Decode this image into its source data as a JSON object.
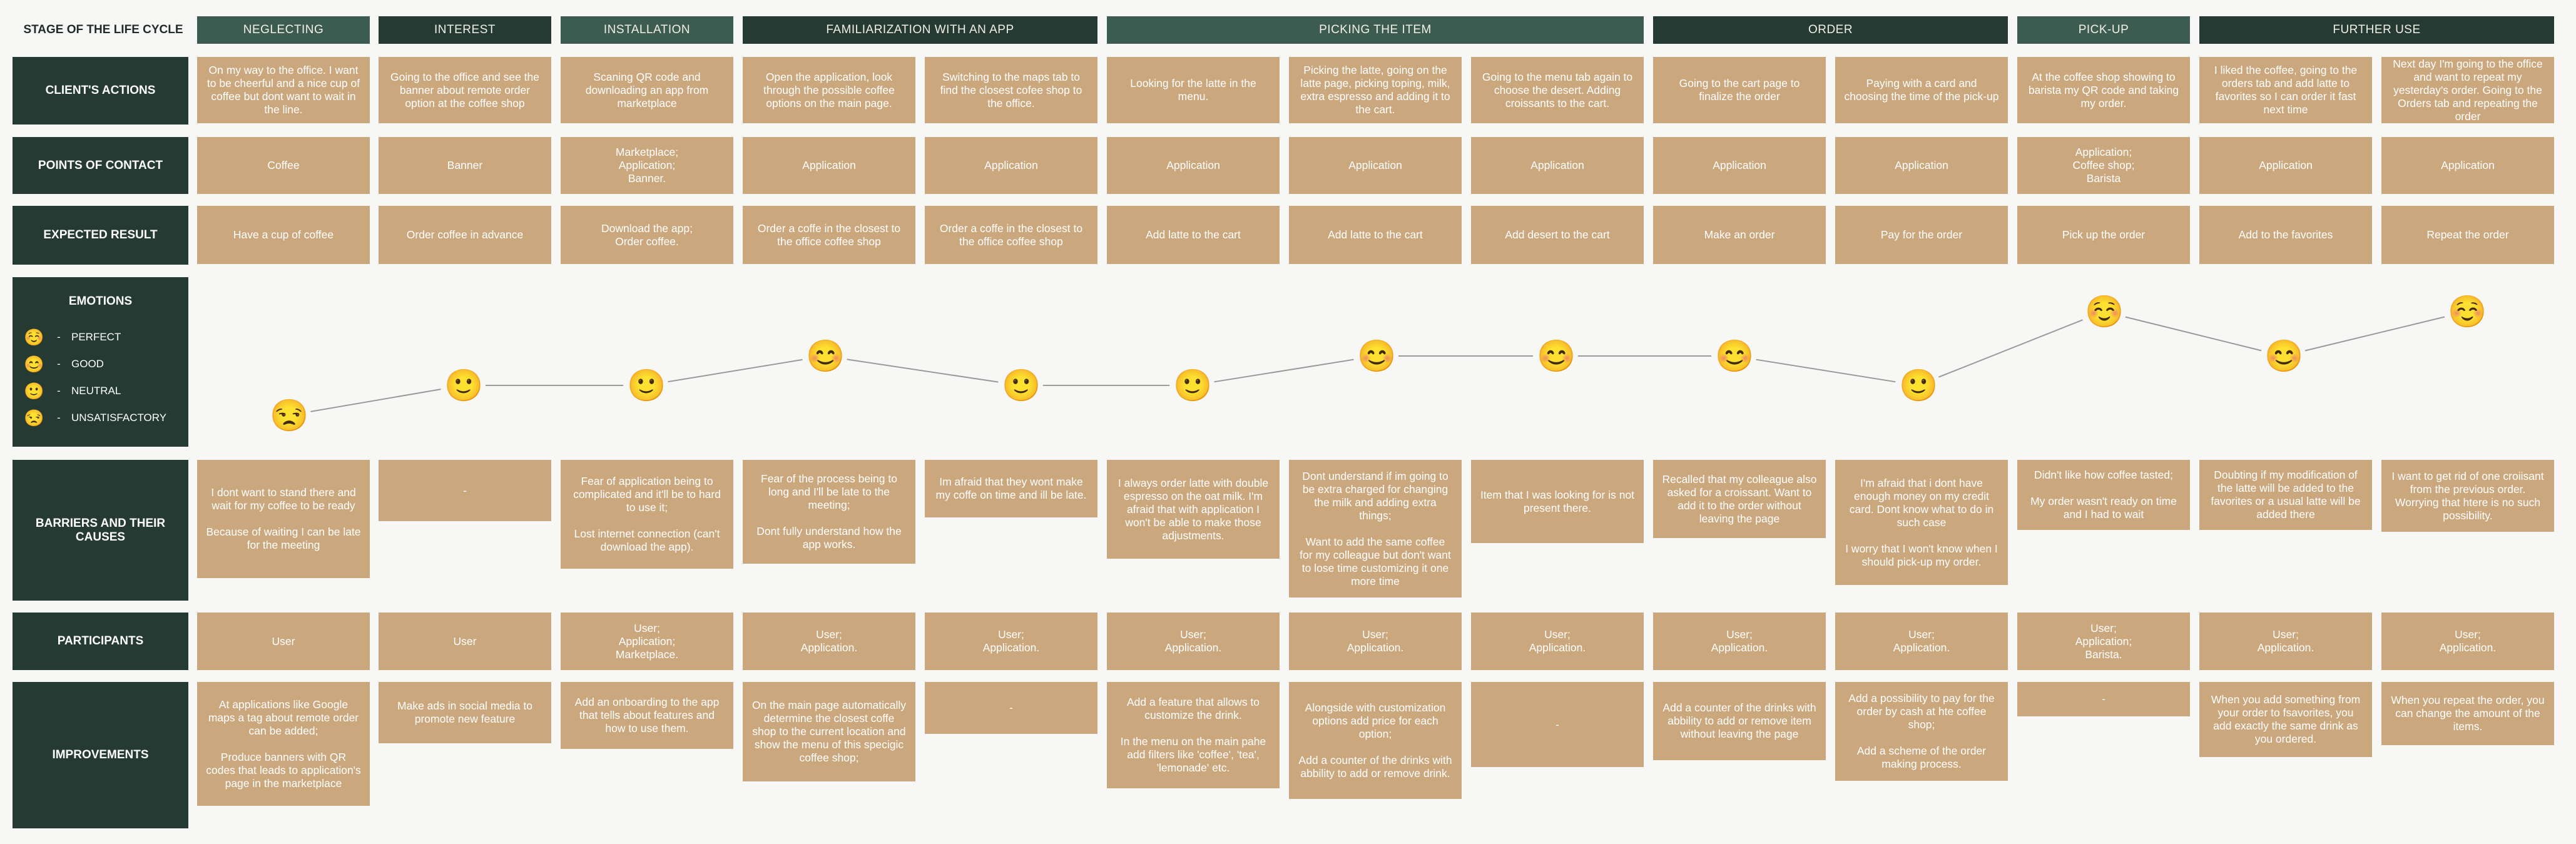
{
  "stage_label": "STAGE OF THE LIFE CYCLE",
  "stages": [
    {
      "label": "NEGLECTING"
    },
    {
      "label": "INTEREST"
    },
    {
      "label": "INSTALLATION"
    },
    {
      "label": "FAMILIARIZATION WITH AN APP"
    },
    {
      "label": "PICKING THE ITEM"
    },
    {
      "label": "ORDER"
    },
    {
      "label": "PICK-UP"
    },
    {
      "label": "FURTHER USE"
    }
  ],
  "rows": {
    "actions": {
      "label": "CLIENT'S ACTIONS",
      "cells": [
        "On my way to the office. I want to be cheerful and a nice cup of coffee but dont want to wait in the line.",
        "Going to the office and see the banner about remote order option at the coffee shop",
        "Scaning QR code and downloading an app from marketplace",
        "Open the application, look through the possible coffee options on the main page.",
        "Switching to the maps tab to find the closest cofee shop to the office.",
        "Looking for the latte in the menu.",
        "Picking the latte, going on the latte page, picking toping, milk, extra espresso and adding it to the cart.",
        "Going to the menu tab again to choose the desert. Adding croissants to the cart.",
        "Going to the cart page to finalize the order",
        "Paying with a card and choosing the time of the pick-up",
        "At the coffee shop showing to barista my QR code and taking my order.",
        "I liked the coffee, going to the orders tab and add latte to favorites so I can order it fast next time",
        "Next day I'm going to the office and want to repeat my yesterday's order. Going to the Orders tab and repeating the order"
      ]
    },
    "contact": {
      "label": "POINTS  OF CONTACT",
      "cells": [
        "Coffee",
        "Banner",
        "Marketplace;\nApplication;\nBanner.",
        "Application",
        "Application",
        "Application",
        "Application",
        "Application",
        "Application",
        "Application",
        "Application;\nCoffee shop;\nBarista",
        "Application",
        "Application"
      ]
    },
    "expected": {
      "label": "EXPECTED RESULT",
      "cells": [
        "Have a cup of coffee",
        "Order coffee in advance",
        "Download the app;\nOrder coffee.",
        "Order a coffe in the closest to the office coffee shop",
        "Order a coffe in the closest to the office coffee shop",
        "Add latte to the cart",
        "Add latte to the cart",
        "Add desert to the cart",
        "Make an order",
        "Pay for the order",
        "Pick up the order",
        "Add to the favorites",
        "Repeat the order"
      ]
    },
    "barriers": {
      "label": "BARRIERS AND THEIR CAUSES",
      "cells": [
        "I dont want to stand there and wait for my coffee to be ready\n\nBecause of waiting I can be late for the meeting",
        "-",
        "Fear of application being to complicated and it'll be to hard to use it;\n\nLost internet connection (can't download the app).",
        "Fear of the process being to long and I'll be late to the meeting;\n\nDont fully understand how the app works.",
        "Im afraid that they wont make my coffe on time and ill be late.",
        "I always order latte with double espresso on the oat milk. I'm afraid that with application I won't be able to make those adjustments.",
        "Dont understand if im going to be extra charged for changing the milk and adding extra things;\n\nWant to add the same coffee for my colleague but don't want to lose time customizing it one more time",
        "Item that I was looking for is not present there.",
        "Recalled that my colleague also asked for a croissant. Want to add it to the order without leaving the page",
        "I'm afraid that i dont have enough money on my credit card. Dont know what to do in such case\n\nI worry that I won't know when I should pick-up my order.",
        "Didn't like how coffee tasted;\n\nMy order wasn't ready on time and I had to wait",
        "Doubting if my modification of the latte will be added to the favorites or a usual latte will be added there",
        "I want to  get rid of one croiisant from the previous order. Worrying that htere is no such possibility."
      ]
    },
    "participants": {
      "label": "PARTICIPANTS",
      "cells": [
        "User",
        "User",
        "User;\nApplication;\nMarketplace.",
        "User;\nApplication.",
        "User;\nApplication.",
        "User;\nApplication.",
        "User;\nApplication.",
        "User;\nApplication.",
        "User;\nApplication.",
        "User;\nApplication.",
        "User;\nApplication;\nBarista.",
        "User;\nApplication.",
        "User;\nApplication."
      ]
    },
    "improvements": {
      "label": "IMPROVEMENTS",
      "cells": [
        "At applications like Google maps a tag about remote order can be added;\n\nProduce banners with QR codes that leads to application's page in the marketplace",
        "Make ads in social media to promote new feature",
        "Add an onboarding to the app that tells about features and how to use them.",
        "On the main page automatically determine the closest coffe shop to the current location and show the menu of this specigic coffee shop;",
        "-",
        "Add a feature that allows to customize the drink.\n\nIn the menu on the main pahe add filters like 'coffee', 'tea', 'lemonade' etc.",
        "Alongside with customization options add price for each option;\n\nAdd a counter of the drinks with abbility to add or remove drink.",
        "-",
        "Add a counter of the drinks with abbility to add or remove item without leaving the page",
        "Add a possibility to pay for the order by cash at hte coffee shop;\n\nAdd a scheme of the order making process.",
        "-",
        "When you add something from your order to fsavorites, you add exactly the same drink as you ordered.",
        "When you repeat the order, you can change the amount of the items."
      ]
    }
  },
  "emotions": {
    "label": "EMOTIONS",
    "legend": [
      {
        "key": "perfect",
        "label": "PERFECT",
        "glyph": "☺️"
      },
      {
        "key": "good",
        "label": "GOOD",
        "glyph": "😊"
      },
      {
        "key": "neutral",
        "label": "NEUTRAL",
        "glyph": "🙂"
      },
      {
        "key": "unsatisfactory",
        "label": "UNSATISFACTORY",
        "glyph": "😒"
      }
    ],
    "sequence": [
      "unsatisfactory",
      "neutral",
      "neutral",
      "good",
      "neutral",
      "neutral",
      "good",
      "good",
      "good",
      "neutral",
      "perfect",
      "good",
      "perfect"
    ]
  },
  "colors": {
    "dark": "#243a33",
    "stage_alt": "#3d5c51",
    "card": "#cba77d",
    "background": "#f7f7f6",
    "line": "#999999"
  }
}
